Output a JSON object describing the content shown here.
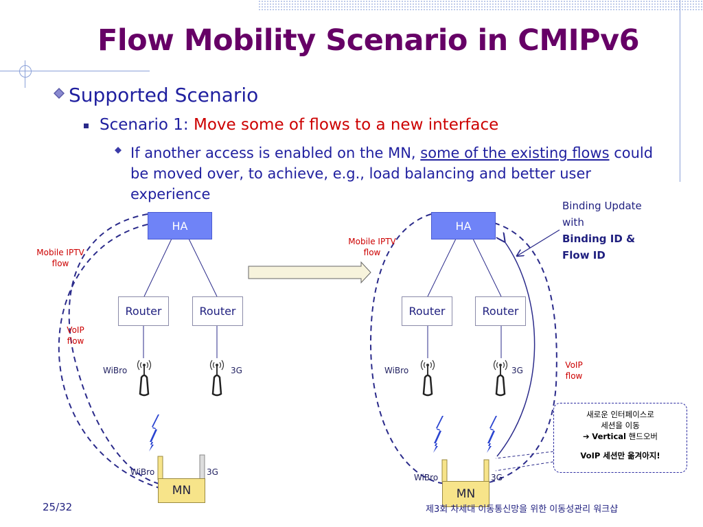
{
  "slide": {
    "title": "Flow Mobility Scenario in CMIPv6",
    "bullet1": "Supported Scenario",
    "bullet2_prefix": "Scenario 1: ",
    "bullet2_red": "Move some of flows to a new interface",
    "bullet3_part1": "If another access is enabled on the MN, ",
    "bullet3_underline": "some of the existing flows",
    "bullet3_part2": " could be moved over, to achieve, e.g., load balancing and better user experience"
  },
  "left_diagram": {
    "ha": "HA",
    "router_left": "Router",
    "router_right": "Router",
    "wibro_ap": "WiBro",
    "g3_ap": "3G",
    "wibro_mn": "WiBro",
    "g3_mn": "3G",
    "mn": "MN",
    "iptv_flow": "Mobile IPTV flow",
    "voip_flow": "VoIP flow"
  },
  "right_diagram": {
    "ha": "HA",
    "router_left": "Router",
    "router_right": "Router",
    "wibro_ap": "WiBro",
    "g3_ap": "3G",
    "wibro_mn": "WiBro",
    "g3_mn": "3G",
    "mn": "MN",
    "iptv_flow": "Mobile IPTV flow",
    "voip_flow": "VoIP flow"
  },
  "binding_update": {
    "line1": "Binding Update",
    "line2": "with",
    "line3": "Binding ID &",
    "line4": "Flow ID"
  },
  "callout": {
    "line1": "새로운 인터페이스로",
    "line2": "세션을 이동",
    "line3_arrow": "➔ ",
    "line3_bold": "Vertical",
    "line3_rest": " 핸드오버",
    "line4_bold": "VoIP",
    "line4_rest": " 세션만 옮겨아지!"
  },
  "footer": {
    "page": "25/32",
    "event": "제3회 차세대 이동통신망을 위한 이동성관리 워크샵"
  },
  "colors": {
    "title": "#660066",
    "text": "#1f1f9f",
    "accent_red": "#cc0000",
    "ha_fill": "#6f83f7",
    "mn_fill": "#f7e48a",
    "line": "#2a2a8a"
  }
}
